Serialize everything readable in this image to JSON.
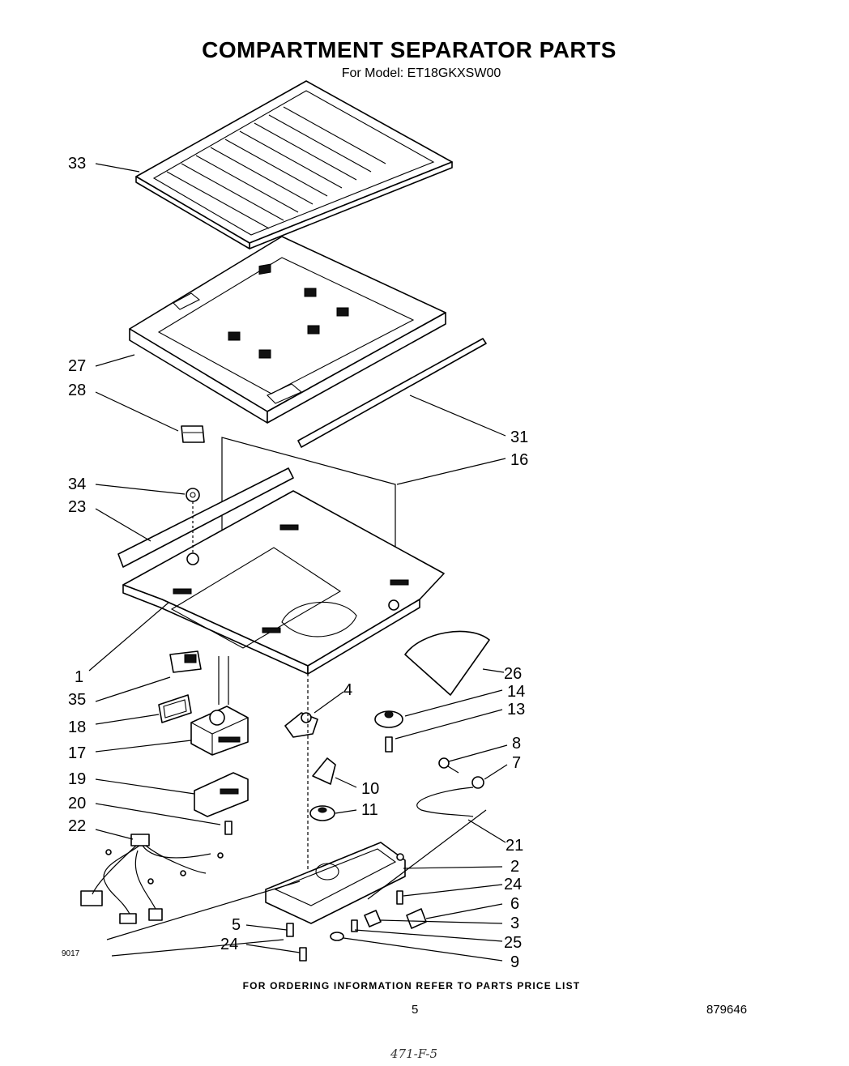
{
  "header": {
    "title": "COMPARTMENT SEPARATOR  PARTS",
    "model": "For Model: ET18GKXSW00"
  },
  "callouts": [
    "33",
    "27",
    "28",
    "31",
    "16",
    "34",
    "23",
    "1",
    "26",
    "35",
    "4",
    "14",
    "13",
    "18",
    "17",
    "8",
    "7",
    "19",
    "10",
    "11",
    "20",
    "21",
    "22",
    "2",
    "24",
    "6",
    "5",
    "3",
    "25",
    "9"
  ],
  "footer": {
    "ordering_note": "FOR ORDERING INFORMATION REFER TO PARTS PRICE LIST",
    "page_number": "5",
    "document_number": "879646",
    "diagram_code": "9017",
    "handwritten_note": "471-F-5"
  }
}
